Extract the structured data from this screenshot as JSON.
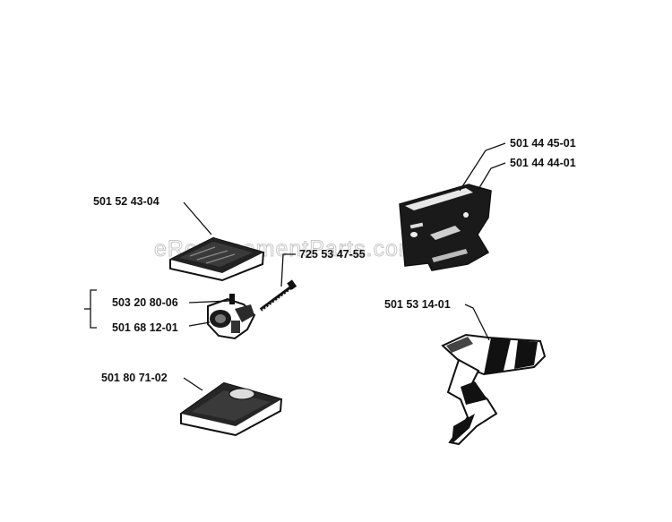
{
  "watermark": "eReplacementParts.com",
  "parts": [
    {
      "id": "p1",
      "label": "501 44 45-01"
    },
    {
      "id": "p2",
      "label": "501 44 44-01"
    },
    {
      "id": "p3",
      "label": "501 52 43-04"
    },
    {
      "id": "p4",
      "label": "725 53 47-55"
    },
    {
      "id": "p5",
      "label": "503 20 80-06"
    },
    {
      "id": "p6",
      "label": "501 68 12-01"
    },
    {
      "id": "p7",
      "label": "501 53 14-01"
    },
    {
      "id": "p8",
      "label": "501 80 71-02"
    }
  ]
}
